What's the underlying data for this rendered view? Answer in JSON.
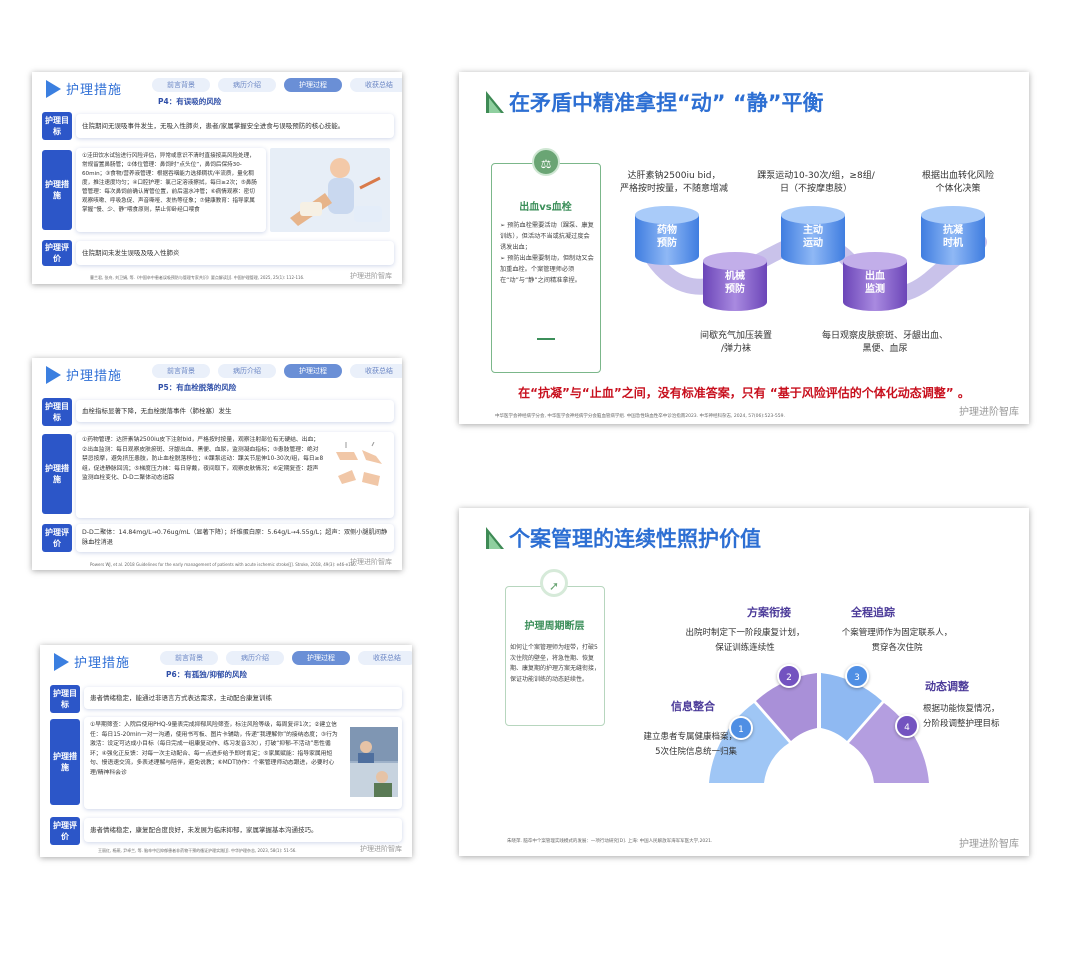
{
  "common": {
    "header_title": "护理措施",
    "tabs": [
      "前言背景",
      "病历介绍",
      "护理过程",
      "收获总结"
    ],
    "watermark": "护理进阶智库",
    "label_goal": "护理目标",
    "label_measure": "护理措施",
    "label_eval": "护理评价"
  },
  "slide1": {
    "page_title": "P4：有误吸的风险",
    "goal": "住院期间无误吸事件发生，无吸入性肺炎，患者/家属掌握安全进食与误吸预防的核心技能。",
    "measures": "①洼田饮水试验进行风险评估，异常或意识不清时直接按高风险处理，常规留置鼻肠管；②体位管理：鼻饲时“点头位”，鼻饲后保持30-60min；③食物/营养液管理：根据吞咽能力选择稠状/半流质，量化稠度，推注速度均匀；④口腔护理：氯己定溶液擦拭，每日≥2次；⑤鼻肠管管理：每次鼻饲前确认胃管位置，前后温水冲管；⑥病情观察：密切观察咳嗽、呼吸急促、声音嘶哑、发热等征象；⑦健康教育：指导家属掌握“慢、少、静”喂食原则，禁止仰卧经口喂食",
    "evaluation": "住院期间未发生误吸及吸入性肺炎",
    "footer": "曹兰君, 张舟, 刘卫娟, 等.《中国卒中患者误吸预防与管理专家共识》要点解读[J]. 中国护理管理, 2025, 25(1): 112-116."
  },
  "slide2": {
    "page_title": "P5：有血栓脱落的风险",
    "goal": "血栓指标显著下降，无血栓脱落事件（肺栓塞）发生",
    "measures": "①药物管理：达肝素钠2500iu皮下注射bid，严格按时按量，观察注射部位有无硬结、出血；②出血监测：每日观察皮肤瘀斑、牙龈出血、黑便、血尿，监测凝血指标；③患肢管理：绝对禁忌按摩，避免挤压患肢，防止血栓脱落移位；④踝泵运动：踝关节屈伸10-30次/组，每日≥8组，促进静脉回流；⑤梯度压力袜：每日穿戴，夜间取下，观察皮肤情况；⑥定期复查：超声监测血栓变化、D-D二聚体动态追踪",
    "evaluation": "D-D二聚体：14.84mg/L→0.76ug/mL（显著下降）；纤维蛋白原：5.64g/L→4.55g/L；超声：双侧小腿肌间静脉血栓消退",
    "footer": "Powers WJ, et al. 2018 Guidelines for the early management of patients with acute ischemic stroke[J]. Stroke, 2018, 49(3): e46-e110."
  },
  "slide3": {
    "page_title": "P6：有孤独/抑郁的风险",
    "goal": "患者情绪稳定，能通过非语言方式表达需求，主动配合康复训练",
    "measures": "①早期筛查：入院后使用PHQ-9量表完成抑郁风险筛查，标注风险等级，每周复评1次；②建立信任：每日15-20min一对一沟通，使用书写板、图片卡辅助，传递“我理解你”的接纳态度；③行为激活：设定可达成小目标（每日完成一组康复动作、练习发音3次），打破“抑郁-不活动”恶性循环；④强化正反馈：对每一次主动配合、每一点进步给予即时肯定；⑤家属赋能：指导家属用短句、慢语速交流，多表述理解与陪伴，避免说教；⑥MDT协作：个案管理师动态跟进，必要时心理/精神科会诊",
    "evaluation": "患者情绪稳定，康复配合度良好，未发展为临床抑郁，家属掌握基本沟通技巧。",
    "footer": "王丽红, 杨燕, 尹卓兰, 等. 脑卒中后抑郁患者非药物干预的循证护理实践[J]. 中华护理杂志, 2023, 58(1): 51-56."
  },
  "slide4": {
    "title": "在矛盾中精准拿捏“动” “静”平衡",
    "card_title": "出血vs血栓",
    "card_icon": "⚖",
    "card_points": [
      "预防血栓需要活动（踝泵、康复训练），但活动不当或抗凝过度会诱发出血；",
      "预防出血需要制动，但制动又会加重血栓。个案管理师必须在“动”与“静”之间精准拿捏。"
    ],
    "cylinders": [
      {
        "label": "药物\n预防",
        "color": "blue"
      },
      {
        "label": "机械\n预防",
        "color": "purple"
      },
      {
        "label": "主动\n运动",
        "color": "blue"
      },
      {
        "label": "出血\n监测",
        "color": "purple"
      },
      {
        "label": "抗凝\n时机",
        "color": "blue"
      }
    ],
    "annotations": [
      "达肝素钠2500iu bid，\n严格按时按量，不随意增减",
      "间歇充气加压装置\n/弹力袜",
      "踝泵运动10-30次/组，≥8组/\n日（不按摩患肢）",
      "每日观察皮肤瘀斑、牙龈出血、\n黑便、血尿",
      "根据出血转化风险\n个体化决策"
    ],
    "conclusion": "在“抗凝”与“止血”之间，没有标准答案，只有 “基于风险评估的个体化动态调整” 。",
    "ref": "中华医学会神经病学分会, 中华医学会神经病学分会脑血管病学组. 中国急性缺血性卒中诊治指南2023. 中华神经科杂志, 2024, 57(06):523-559.",
    "watermark": "护理进阶智库"
  },
  "slide5": {
    "title": "个案管理的连续性照护价值",
    "card_title": "护理周期断层",
    "card_icon": "➚",
    "card_text": "如何让个案管理师为纽带，打破5次住院的壁垒，将急性期、恢复期、康复期的护理方案无缝衔接，保证功能训练的动态延续性。",
    "steps": [
      {
        "num": "1",
        "title": "信息整合",
        "text": "建立患者专属健康档案，\n5次住院信息统一归集"
      },
      {
        "num": "2",
        "title": "方案衔接",
        "text": "出院时制定下一阶段康复计划，\n保证训练连续性"
      },
      {
        "num": "3",
        "title": "全程追踪",
        "text": "个案管理师作为固定联系人，\n贯穿各次住院"
      },
      {
        "num": "4",
        "title": "动态调整",
        "text": "根据功能恢复情况，\n分阶段调整护理目标"
      }
    ],
    "ref": "朱晓萍. 脑卒中个案管理实践模式的发展：一项行动研究[D]. 上海: 中国人民解放军海军军医大学,2021.",
    "watermark": "护理进阶智库"
  }
}
